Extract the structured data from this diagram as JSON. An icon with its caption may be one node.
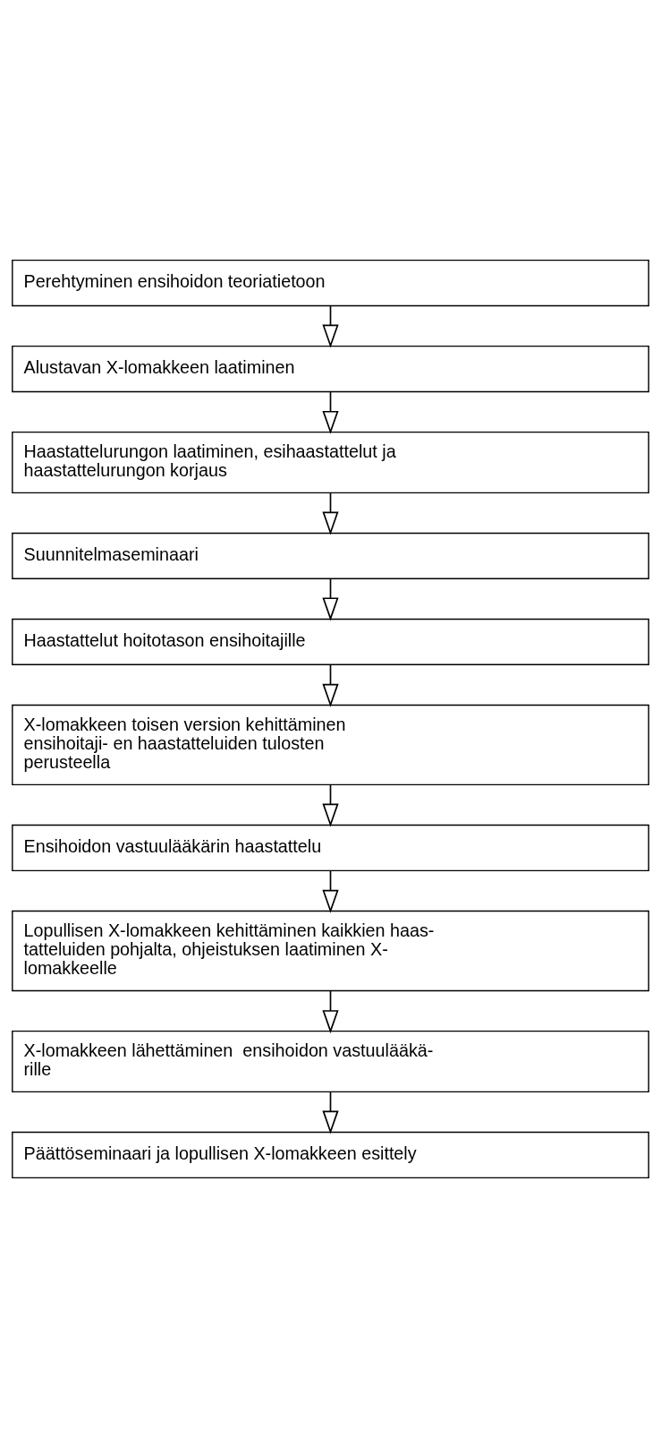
{
  "diagram": {
    "nodes": [
      {
        "text": [
          "Perehtyminen ensihoidon teoriatietoon"
        ]
      },
      {
        "text": [
          "Alustavan X-lomakkeen laatiminen"
        ]
      },
      {
        "text": [
          "Haastattelurungon laatiminen, esihaastattelut ja haastattelurungon korjaus"
        ]
      },
      {
        "text": [
          "Suunnitelmaseminaari"
        ]
      },
      {
        "text": [
          "Haastattelut hoitotason ensihoitajille"
        ]
      },
      {
        "text": [
          "X-lomakkeen toisen version kehittäminen ensihoitaji- en haastatteluiden tulosten perusteella"
        ]
      },
      {
        "text": [
          "Ensihoidon vastuulääkärin haastattelu"
        ]
      },
      {
        "text": [
          "Lopullisen X-lomakkeen kehittäminen kaikkien haas- tatteluiden pohjalta, ohjeistuksen laatiminen X- lomakkeelle"
        ]
      },
      {
        "text": [
          "X-lomakkeen lähettäminen  ensihoidon vastuulääkä- rille"
        ]
      },
      {
        "text": [
          "Päättöseminaari ja lopullisen X-lomakkeen esittely"
        ]
      }
    ],
    "edges": [
      {
        "from": 0,
        "to": 1,
        "arrow": "to"
      },
      {
        "from": 1,
        "to": 2,
        "arrow": "to"
      },
      {
        "from": 2,
        "to": 3,
        "arrow": "to"
      },
      {
        "from": 3,
        "to": 4,
        "arrow": "to"
      },
      {
        "from": 4,
        "to": 5,
        "arrow": "to"
      },
      {
        "from": 5,
        "to": 6,
        "arrow": "to"
      },
      {
        "from": 6,
        "to": 7,
        "arrow": "to"
      },
      {
        "from": 7,
        "to": 8,
        "arrow": "to"
      },
      {
        "from": 8,
        "to": 9,
        "arrow": "to"
      }
    ]
  }
}
